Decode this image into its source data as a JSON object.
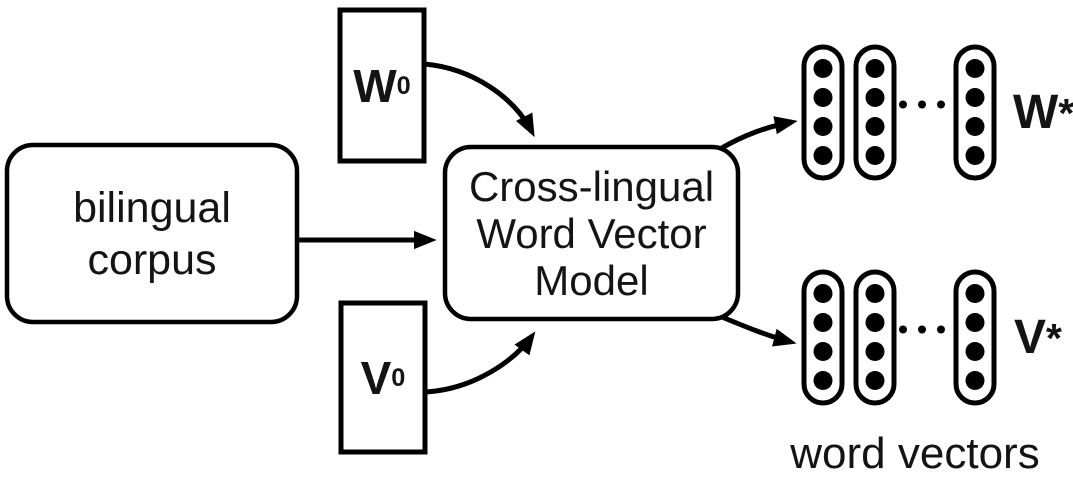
{
  "diagram": {
    "nodes": {
      "bilingual_corpus": {
        "label": "bilingual\ncorpus"
      },
      "w0": {
        "base": "W",
        "sup": "0"
      },
      "v0": {
        "base": "V",
        "sup": "0"
      },
      "model": {
        "label": "Cross-lingual\nWord Vector\nModel"
      },
      "w_star": {
        "base": "W",
        "sup": "*"
      },
      "v_star": {
        "base": "V",
        "sup": "*"
      }
    },
    "caption": "word vectors",
    "vector_groups": [
      {
        "name": "w-star-vectors",
        "label": "W*",
        "columns": 3,
        "dots_per_column": 4,
        "ellipsis_dots": 3
      },
      {
        "name": "v-star-vectors",
        "label": "V*",
        "columns": 3,
        "dots_per_column": 4,
        "ellipsis_dots": 3
      }
    ],
    "edges": [
      {
        "from": "bilingual_corpus",
        "to": "model"
      },
      {
        "from": "w0",
        "to": "model"
      },
      {
        "from": "v0",
        "to": "model"
      },
      {
        "from": "model",
        "to": "w_star_vectors"
      },
      {
        "from": "model",
        "to": "v_star_vectors"
      }
    ],
    "colors": {
      "ink": "#000000",
      "background": "#ffffff"
    }
  }
}
